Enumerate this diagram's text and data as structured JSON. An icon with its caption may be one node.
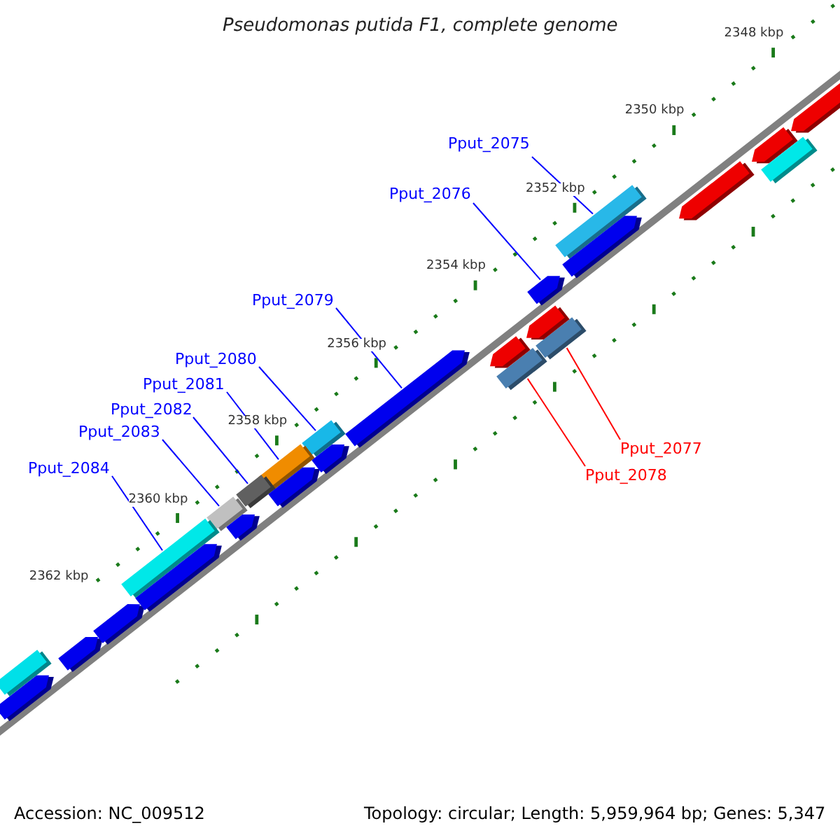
{
  "diagram": {
    "title": "Pseudomonas putida F1, complete genome",
    "nodes": [
      {
        "text": [
          "Pput_2075"
        ]
      },
      {
        "text": [],
        "shape": "bar"
      },
      {
        "text": [
          "Pput_2076"
        ]
      },
      {
        "text": [],
        "shape": "arrow"
      },
      {
        "text": [
          "Pput_2079"
        ]
      },
      {
        "text": [],
        "shape": "arrow"
      },
      {
        "text": [
          "Pput_2080"
        ]
      },
      {
        "text": [],
        "shape": "bar"
      },
      {
        "text": [
          "Pput_2081"
        ]
      },
      {
        "text": [],
        "shape": "bar"
      },
      {
        "text": [
          "Pput_2082"
        ]
      },
      {
        "text": [],
        "shape": "bar"
      },
      {
        "text": [
          "Pput_2083"
        ]
      },
      {
        "text": [],
        "shape": "bar"
      },
      {
        "text": [
          "Pput_2084"
        ]
      },
      {
        "text": [],
        "shape": "bar"
      },
      {
        "text": [
          "Pput_2077"
        ]
      },
      {
        "text": [],
        "shape": "bar"
      },
      {
        "text": [
          "Pput_2078"
        ]
      },
      {
        "text": [],
        "shape": "bar"
      },
      {
        "text": [],
        "shape": "arrow"
      },
      {
        "text": [],
        "shape": "bar"
      },
      {
        "text": [],
        "shape": "arrow"
      },
      {
        "text": [],
        "shape": "arrow"
      },
      {
        "text": [],
        "shape": "arrow"
      },
      {
        "text": [],
        "shape": "arrow"
      },
      {
        "text": [],
        "shape": "arrow"
      },
      {
        "text": [],
        "shape": "arrow"
      },
      {
        "text": [],
        "shape": "arrow"
      },
      {
        "text": [],
        "shape": "arrow"
      },
      {
        "text": [],
        "shape": "arrow"
      },
      {
        "text": [],
        "shape": "arrow"
      },
      {
        "text": [],
        "shape": "arrow"
      },
      {
        "text": [],
        "shape": "bar"
      },
      {
        "text": [],
        "shape": "arrow"
      }
    ],
    "edges": [
      {
        "from": 0,
        "to": 1,
        "arrow": "none"
      },
      {
        "from": 2,
        "to": 3,
        "arrow": "none"
      },
      {
        "from": 4,
        "to": 5,
        "arrow": "none"
      },
      {
        "from": 6,
        "to": 7,
        "arrow": "none"
      },
      {
        "from": 8,
        "to": 9,
        "arrow": "none"
      },
      {
        "from": 10,
        "to": 11,
        "arrow": "none"
      },
      {
        "from": 12,
        "to": 13,
        "arrow": "none"
      },
      {
        "from": 14,
        "to": 15,
        "arrow": "none"
      },
      {
        "from": 16,
        "to": 17,
        "arrow": "none",
        "color": "#ff0000"
      },
      {
        "from": 18,
        "to": 19,
        "arrow": "none",
        "color": "#ff0000"
      }
    ],
    "labels": [
      "2348 kbp",
      "2350 kbp",
      "2352 kbp",
      "2354 kbp",
      "2356 kbp",
      "2358 kbp",
      "2360 kbp",
      "2362 kbp",
      "Accession: NC_009512",
      "Topology: circular; Length: 5,959,964 bp; Genes: 5,347"
    ]
  }
}
